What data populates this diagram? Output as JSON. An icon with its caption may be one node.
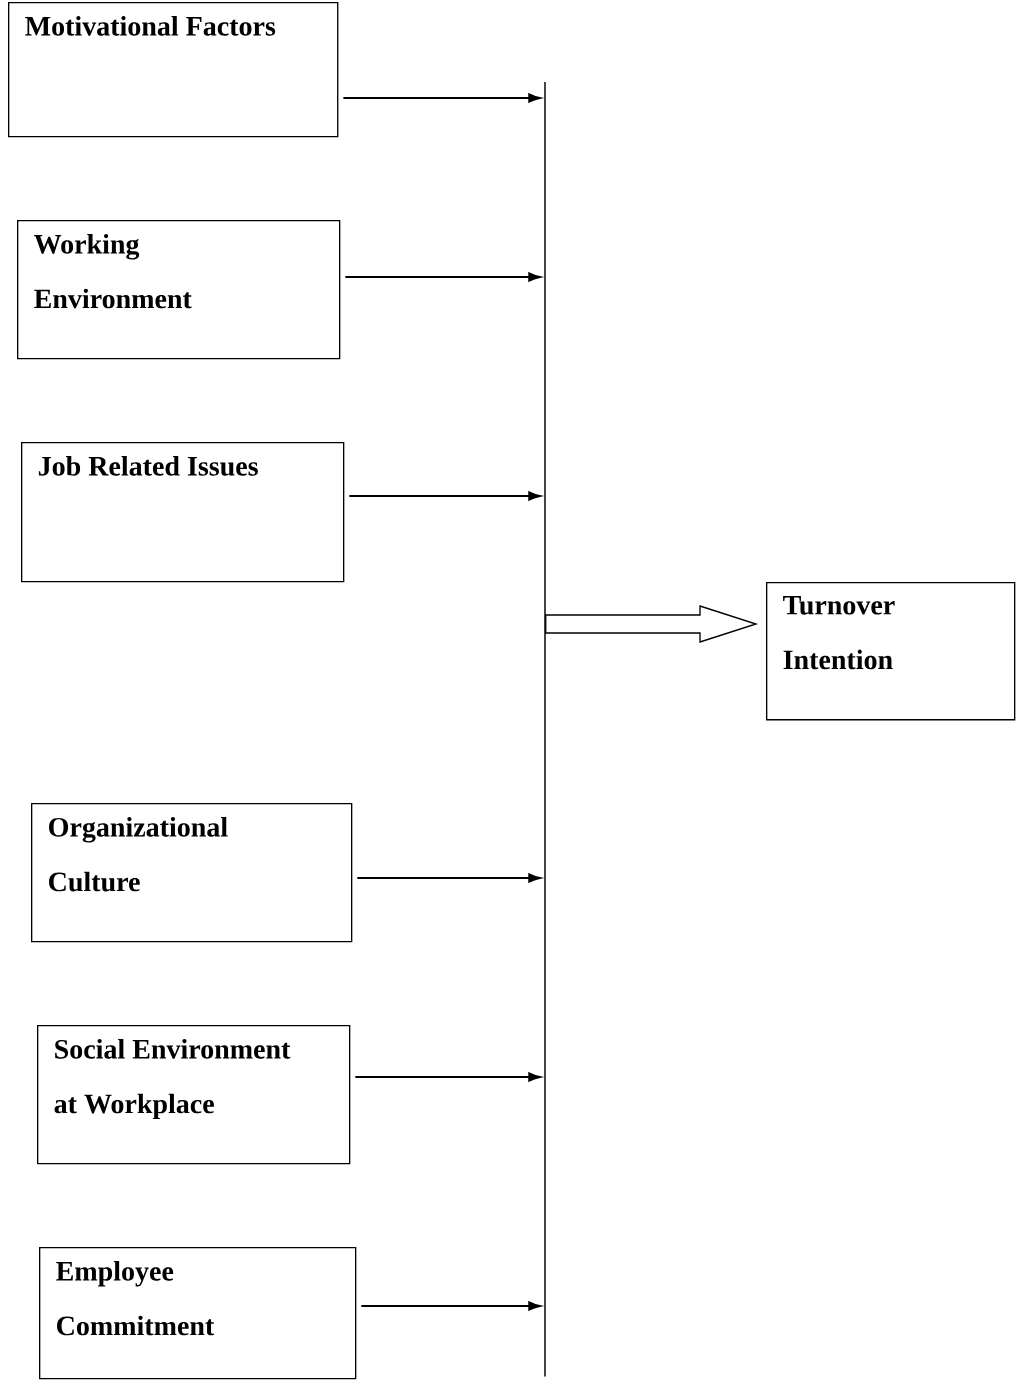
{
  "diagram": {
    "nodes": [
      {
        "text": [
          "Motivational Factors"
        ]
      },
      {
        "text": [
          "Working Environment"
        ]
      },
      {
        "text": [
          "Job Related Issues"
        ]
      },
      {
        "text": [
          "Organizational Culture"
        ]
      },
      {
        "text": [
          "Social Environment at Workplace"
        ]
      },
      {
        "text": [
          "Employee Commitment"
        ]
      },
      {
        "text": [],
        "shape": "bar"
      },
      {
        "text": [
          "Turnover Intention"
        ]
      }
    ],
    "edges": [
      {
        "from": 0,
        "to": 6,
        "arrow": "to"
      },
      {
        "from": 1,
        "to": 6,
        "arrow": "to"
      },
      {
        "from": 2,
        "to": 6,
        "arrow": "to"
      },
      {
        "from": 3,
        "to": 6,
        "arrow": "to"
      },
      {
        "from": 4,
        "to": 6,
        "arrow": "to"
      },
      {
        "from": 5,
        "to": 6,
        "arrow": "to"
      },
      {
        "from": 6,
        "to": 7,
        "arrow": "to",
        "style": "thick"
      }
    ]
  }
}
